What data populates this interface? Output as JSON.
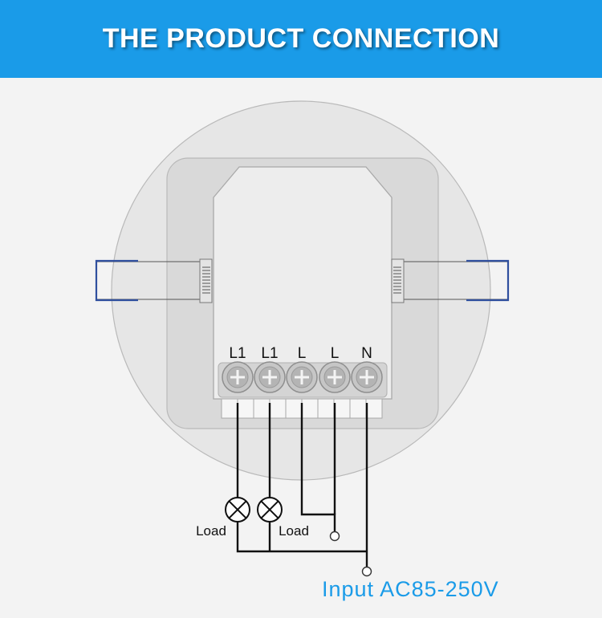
{
  "header": {
    "title": "THE PRODUCT CONNECTION",
    "background_color": "#1a9be8",
    "text_color": "#ffffff"
  },
  "terminals": [
    {
      "label": "L1"
    },
    {
      "label": "L1"
    },
    {
      "label": "L"
    },
    {
      "label": "L"
    },
    {
      "label": "N"
    }
  ],
  "loads": [
    {
      "label": "Load"
    },
    {
      "label": "Load"
    }
  ],
  "input": {
    "label": "Input AC85-250V",
    "color": "#1a9be8"
  },
  "colors": {
    "bracket": "#2f4f9e",
    "wire": "#111111"
  }
}
